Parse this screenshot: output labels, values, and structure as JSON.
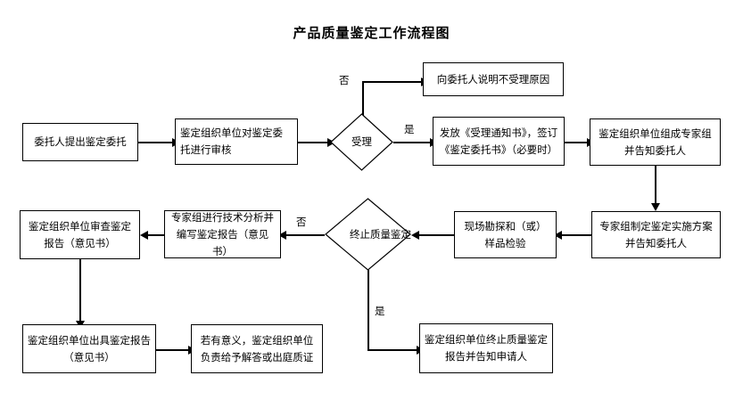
{
  "diagram": {
    "title": "产品质量鉴定工作流程图",
    "type": "flowchart",
    "nodes": [
      {
        "id": "n1",
        "shape": "box",
        "text": "委托人提出鉴定委托"
      },
      {
        "id": "n2",
        "shape": "box",
        "text": "鉴定组织单位对鉴定委托进行审核"
      },
      {
        "id": "d1",
        "shape": "diamond",
        "text": "受理"
      },
      {
        "id": "n3",
        "shape": "box",
        "text": "向委托人说明不受理原因"
      },
      {
        "id": "n4",
        "shape": "box",
        "text": "发放《受理通知书》，签订《鉴定委托书》（必要时）"
      },
      {
        "id": "n5",
        "shape": "box",
        "text": "鉴定组织单位组成专家组并告知委托人"
      },
      {
        "id": "n6",
        "shape": "box",
        "text": "专家组制定鉴定实施方案并告知委托人"
      },
      {
        "id": "n7",
        "shape": "box",
        "text": "现场勘探和（或）样品检验"
      },
      {
        "id": "d2",
        "shape": "diamond",
        "text": "终止质量鉴定"
      },
      {
        "id": "n8",
        "shape": "box",
        "text": "专家组进行技术分析并编写鉴定报告（意见书）"
      },
      {
        "id": "n9",
        "shape": "box",
        "text": "鉴定组织单位审查鉴定报告（意见书）"
      },
      {
        "id": "n10",
        "shape": "box",
        "text": "鉴定组织单位出具鉴定报告（意见书）"
      },
      {
        "id": "n11",
        "shape": "box",
        "text": "若有意义，鉴定组织单位负责给予解答或出庭质证"
      },
      {
        "id": "n12",
        "shape": "box",
        "text": "鉴定组织单位终止质量鉴定报告并告知申请人"
      }
    ],
    "edge_labels": {
      "d1_no": "否",
      "d1_yes": "是",
      "d2_no": "否",
      "d2_yes": "是"
    }
  }
}
